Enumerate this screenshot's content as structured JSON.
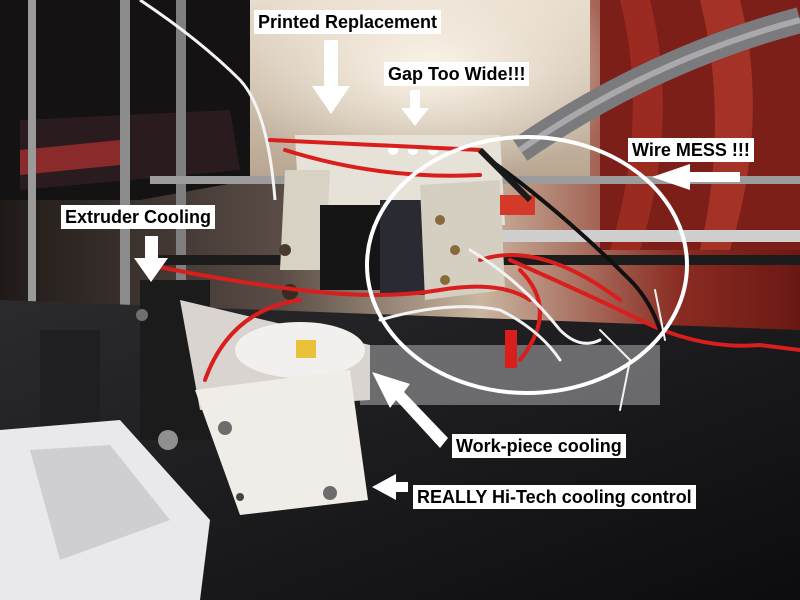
{
  "annotations": {
    "printed_replacement": "Printed Replacement",
    "gap_too_wide": "Gap Too Wide!!!",
    "wire_mess": "Wire MESS !!!",
    "extruder_cooling": "Extruder Cooling",
    "work_piece_cooling": "Work-piece cooling",
    "cooling_control": "REALLY Hi-Tech cooling control"
  },
  "colors": {
    "label_background": "#ffffff",
    "label_text": "#000000",
    "annotation_white": "#ffffff",
    "wire_red": "#d91e1e",
    "frame_black": "#111111"
  }
}
